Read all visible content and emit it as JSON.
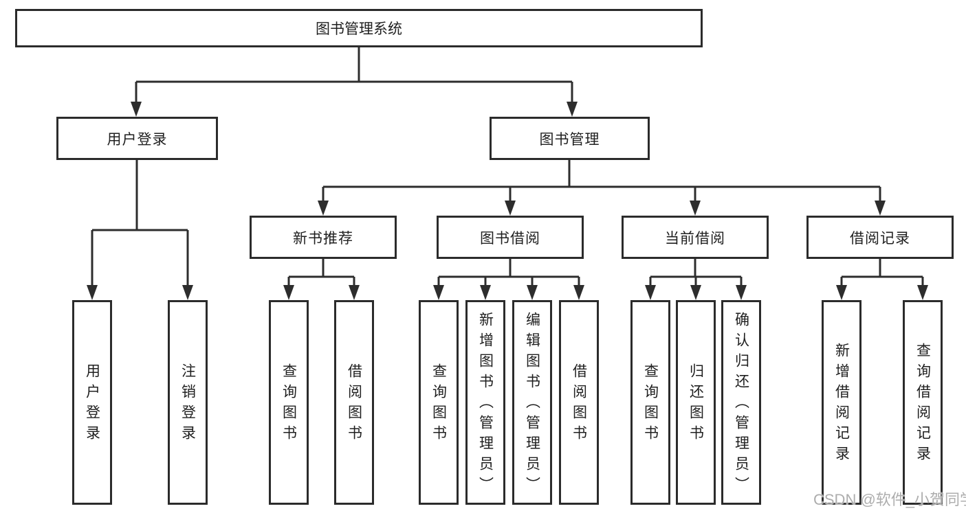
{
  "diagram": {
    "type": "hierarchy-tree",
    "root": {
      "label": "图书管理系统"
    },
    "level2": [
      {
        "label": "用户登录"
      },
      {
        "label": "图书管理"
      }
    ],
    "level3": [
      {
        "label": "新书推荐",
        "parent": "图书管理"
      },
      {
        "label": "图书借阅",
        "parent": "图书管理"
      },
      {
        "label": "当前借阅",
        "parent": "图书管理"
      },
      {
        "label": "借阅记录",
        "parent": "图书管理"
      }
    ],
    "leaves": [
      {
        "label": "用户登录",
        "parent": "用户登录"
      },
      {
        "label": "注销登录",
        "parent": "用户登录"
      },
      {
        "label": "查询图书",
        "parent": "新书推荐"
      },
      {
        "label": "借阅图书",
        "parent": "新书推荐"
      },
      {
        "label": "查询图书",
        "parent": "图书借阅"
      },
      {
        "label": "新增图书（管理员）",
        "parent": "图书借阅"
      },
      {
        "label": "编辑图书（管理员）",
        "parent": "图书借阅"
      },
      {
        "label": "借阅图书",
        "parent": "图书借阅"
      },
      {
        "label": "查询图书",
        "parent": "当前借阅"
      },
      {
        "label": "归还图书",
        "parent": "当前借阅"
      },
      {
        "label": "确认归还（管理员）",
        "parent": "当前借阅"
      },
      {
        "label": "新增借阅记录",
        "parent": "借阅记录"
      },
      {
        "label": "查询借阅记录",
        "parent": "借阅记录"
      }
    ]
  },
  "watermark": {
    "text": "CSDN @软件_小贺同学"
  },
  "colors": {
    "line": "#2d2d2d",
    "border": "#2b2b2b",
    "text": "#1f1f1f",
    "background": "#ffffff",
    "watermark": "#adadad"
  }
}
